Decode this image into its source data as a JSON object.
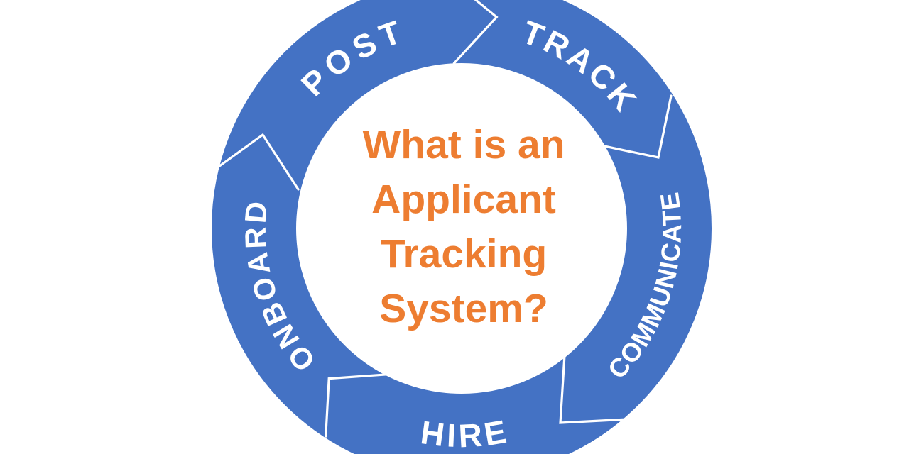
{
  "center": {
    "title": "What is an\nApplicant\nTracking\nSystem?",
    "text_color": "#ED7D31"
  },
  "cycle": {
    "ring_color": "#4472C4",
    "label_color": "#FFFFFF",
    "separator_color": "#FFFFFF",
    "direction": "clockwise",
    "steps": [
      {
        "label": "POST"
      },
      {
        "label": "TRACK"
      },
      {
        "label": "COMMUNICATE"
      },
      {
        "label": "HIRE"
      },
      {
        "label": "ONBOARD"
      }
    ]
  }
}
